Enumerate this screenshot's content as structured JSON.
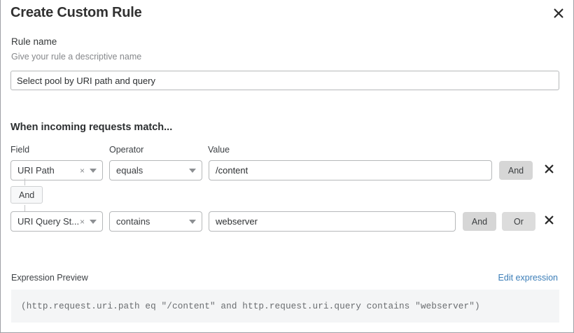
{
  "dialog": {
    "title": "Create Custom Rule",
    "close_icon": "close-icon"
  },
  "rule_name": {
    "label": "Rule name",
    "help": "Give your rule a descriptive name",
    "value": "Select pool by URI path and query",
    "placeholder": ""
  },
  "match": {
    "heading": "When incoming requests match...",
    "columns": {
      "field": "Field",
      "operator": "Operator",
      "value": "Value"
    },
    "connector": {
      "label": "And"
    },
    "rows": [
      {
        "field": "URI Path",
        "operator": "equals",
        "value": "/content",
        "clear_icon": "×",
        "buttons": [
          {
            "label": "And",
            "state": "default"
          }
        ],
        "remove_icon": "close-icon"
      },
      {
        "field": "URI Query St...",
        "operator": "contains",
        "value": "webserver",
        "clear_icon": "×",
        "buttons": [
          {
            "label": "And",
            "state": "selected"
          },
          {
            "label": "Or",
            "state": "default"
          }
        ],
        "remove_icon": "close-icon"
      }
    ]
  },
  "expression": {
    "label": "Expression Preview",
    "edit_link": "Edit expression",
    "text": "(http.request.uri.path eq \"/content\" and http.request.uri.query contains \"webserver\")"
  },
  "colors": {
    "link": "#3c7eb8",
    "button_bg": "#d6d6d6",
    "border": "#b6b8ba",
    "preview_bg": "#f4f5f6",
    "text": "#2c2f31"
  }
}
